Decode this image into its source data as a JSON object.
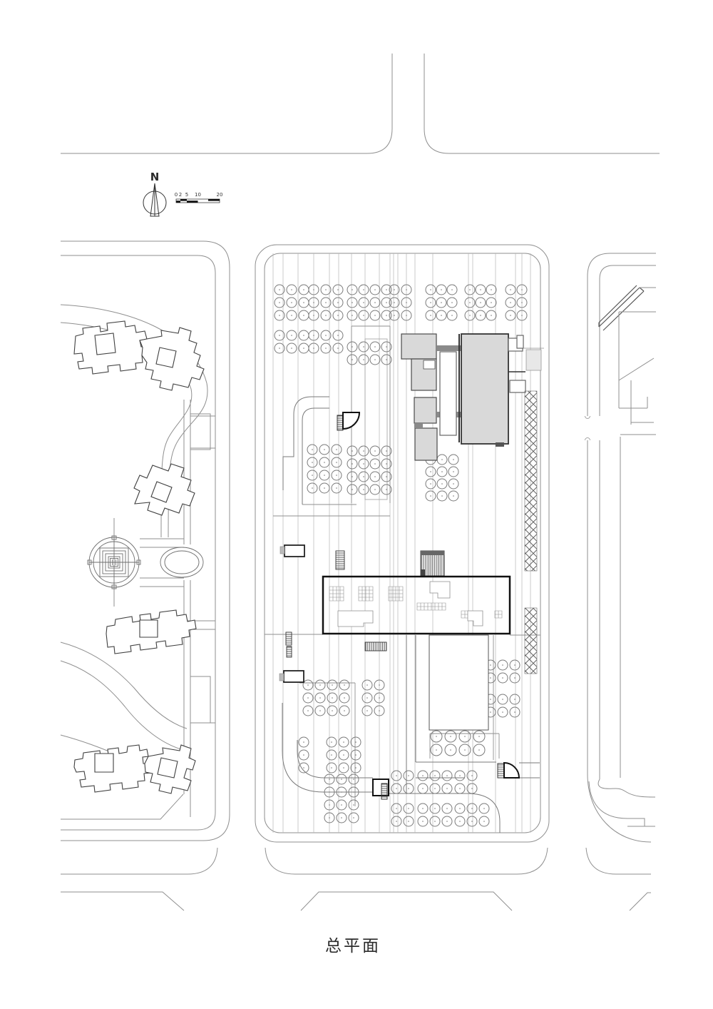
{
  "drawing": {
    "title": "总平面",
    "type_note": "architectural site plan"
  },
  "north_arrow": {
    "label": "N"
  },
  "scale_bar": {
    "labels": [
      "0",
      "2",
      "5",
      "10",
      "20"
    ]
  },
  "colors": {
    "paper": "#ffffff",
    "line_light": "#9b9b9b",
    "line_mid": "#6e6e6e",
    "line_dark": "#1c1c1c",
    "building_fill": "#d9d9d9",
    "paving_fill": "#e8e8e8",
    "connector_fill": "#8a8a8a"
  }
}
